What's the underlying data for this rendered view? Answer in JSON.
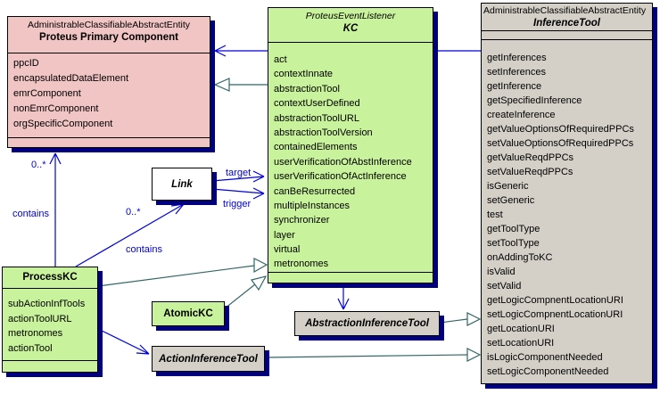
{
  "diagram": {
    "classes": {
      "ppc": {
        "stereotype": "AdministrableClassifiableAbstractEntity",
        "name": "Proteus Primary Component",
        "attributes": [
          "ppcID",
          "encapsulatedDataElement",
          "emrComponent",
          "nonEmrComponent",
          "orgSpecificComponent"
        ]
      },
      "kc": {
        "stereotype": "ProteusEventListener",
        "name": "KC",
        "attributes": [
          "act",
          "contextInnate",
          "abstractionTool",
          "contextUserDefined",
          "abstractionToolURL",
          "abstractionToolVersion",
          "containedElements",
          "userVerificationOfAbstInference",
          "userVerificationOfActInference",
          "canBeResurrected",
          "multipleInstances",
          "synchronizer",
          "layer",
          "virtual",
          "metronomes"
        ]
      },
      "inference_tool": {
        "stereotype": "AdministrableClassifiableAbstractEntity",
        "name": "InferenceTool",
        "methods": [
          "getInferences",
          "setInferences",
          "getInference",
          "getSpecifiedInference",
          "createInference",
          "getValueOptionsOfRequiredPPCs",
          "setValueOptionsOfRequiredPPCs",
          "getValueReqdPPCs",
          "setValueReqdPPCs",
          "isGeneric",
          "setGeneric",
          "test",
          "getToolType",
          "setToolType",
          "onAddingToKC",
          "isValid",
          "setValid",
          "getLogicCompnentLocationURI",
          "setLogicCompnentLocationURI",
          "getLocationURI",
          "setLocationURI",
          "isLogicComponentNeeded",
          "setLogicComponentNeeded"
        ]
      },
      "link": {
        "name": "Link"
      },
      "process_kc": {
        "name": "ProcessKC",
        "attributes": [
          "subActionInfTools",
          "actionToolURL",
          "metronomes",
          "actionTool"
        ]
      },
      "atomic_kc": {
        "name": "AtomicKC"
      },
      "abstraction_inference_tool": {
        "name": "AbstractionInferenceTool"
      },
      "action_inference_tool": {
        "name": "ActionInferenceTool"
      }
    },
    "labels": {
      "target": "target",
      "trigger": "trigger",
      "contains_vertical": "contains",
      "mult_vertical": "0..*",
      "contains_diagonal": "contains",
      "mult_diagonal": "0..*"
    },
    "colors": {
      "class_pink": "#f2c5c5",
      "class_green": "#c9f29c",
      "class_gray": "#d4d0c8",
      "shadow_navy": "#000080",
      "association_blue": "#0000dd",
      "generalization_teal": "#336666"
    }
  }
}
